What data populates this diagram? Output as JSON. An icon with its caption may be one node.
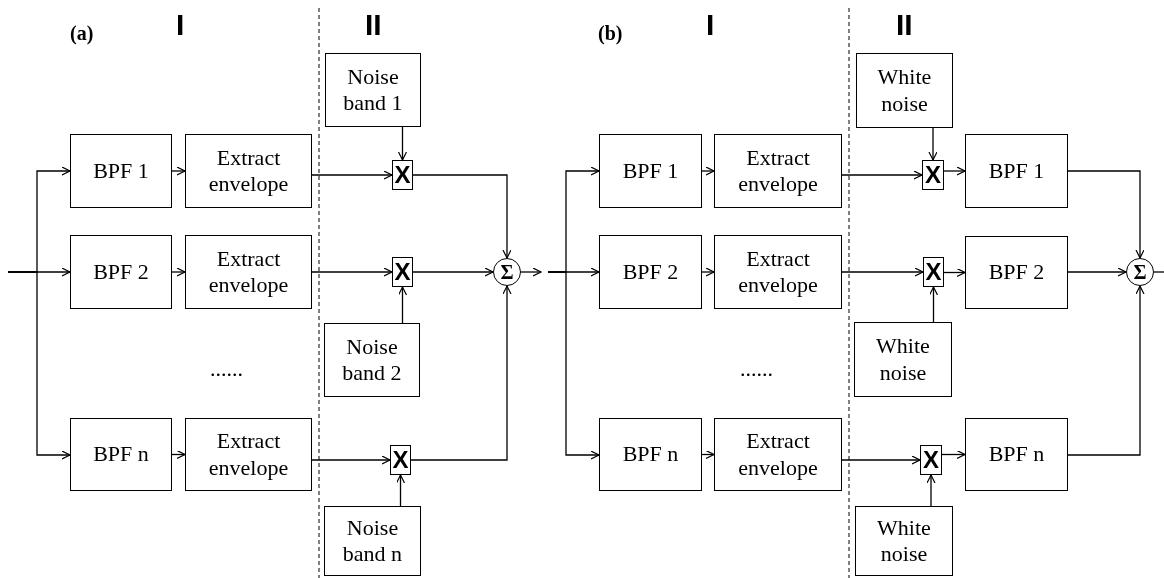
{
  "diagram": {
    "nodes": [
      {
        "text": [
          "BPF 1"
        ]
      },
      {
        "text": [
          "Extract envelope"
        ]
      },
      {
        "text": [
          "Noise band 1"
        ]
      },
      {
        "text": [
          "X"
        ]
      },
      {
        "text": [
          "BPF 2"
        ]
      },
      {
        "text": [
          "Extract envelope"
        ]
      },
      {
        "text": [
          "X"
        ]
      },
      {
        "text": [
          "Σ"
        ]
      },
      {
        "text": [
          "Noise band 2"
        ]
      },
      {
        "text": [
          "BPF n"
        ]
      },
      {
        "text": [
          "Extract envelope"
        ]
      },
      {
        "text": [
          "X"
        ]
      },
      {
        "text": [
          "Noise band n"
        ]
      },
      {
        "text": [
          "BPF 1"
        ]
      },
      {
        "text": [
          "Extract envelope"
        ]
      },
      {
        "text": [
          "White noise"
        ]
      },
      {
        "text": [
          "X"
        ]
      },
      {
        "text": [
          "BPF 1"
        ]
      },
      {
        "text": [
          "BPF 2"
        ]
      },
      {
        "text": [
          "Extract envelope"
        ]
      },
      {
        "text": [
          "X"
        ]
      },
      {
        "text": [
          "BPF 2"
        ]
      },
      {
        "text": [
          "Σ"
        ]
      },
      {
        "text": [
          "White noise"
        ]
      },
      {
        "text": [
          "BPF n"
        ]
      },
      {
        "text": [
          "Extract envelope"
        ]
      },
      {
        "text": [
          "X"
        ]
      },
      {
        "text": [
          "BPF n"
        ]
      },
      {
        "text": [
          "White noise"
        ]
      }
    ],
    "edges": [
      {
        "from": null,
        "to": 0,
        "arrow": "to"
      },
      {
        "from": null,
        "to": 4,
        "arrow": "to"
      },
      {
        "from": null,
        "to": 9,
        "arrow": "to"
      },
      {
        "from": 0,
        "to": 1,
        "arrow": "to"
      },
      {
        "from": 4,
        "to": 5,
        "arrow": "to"
      },
      {
        "from": 9,
        "to": 10,
        "arrow": "to"
      },
      {
        "from": 1,
        "to": 3,
        "arrow": "to"
      },
      {
        "from": 5,
        "to": 6,
        "arrow": "to"
      },
      {
        "from": 10,
        "to": 11,
        "arrow": "to"
      },
      {
        "from": 2,
        "to": 3,
        "arrow": "to"
      },
      {
        "from": 8,
        "to": 6,
        "arrow": "to"
      },
      {
        "from": 12,
        "to": 11,
        "arrow": "to"
      },
      {
        "from": 3,
        "to": 7,
        "arrow": "to"
      },
      {
        "from": 6,
        "to": 7,
        "arrow": "to"
      },
      {
        "from": 11,
        "to": 7,
        "arrow": "to"
      },
      {
        "from": 7,
        "to": null,
        "arrow": "to"
      },
      {
        "from": null,
        "to": 13,
        "arrow": "to"
      },
      {
        "from": null,
        "to": 18,
        "arrow": "to"
      },
      {
        "from": null,
        "to": 24,
        "arrow": "to"
      },
      {
        "from": 13,
        "to": 14,
        "arrow": "to"
      },
      {
        "from": 18,
        "to": 19,
        "arrow": "to"
      },
      {
        "from": 24,
        "to": 25,
        "arrow": "to"
      },
      {
        "from": 14,
        "to": 16,
        "arrow": "to"
      },
      {
        "from": 19,
        "to": 20,
        "arrow": "to"
      },
      {
        "from": 25,
        "to": 26,
        "arrow": "to"
      },
      {
        "from": 15,
        "to": 16,
        "arrow": "to"
      },
      {
        "from": 23,
        "to": 20,
        "arrow": "to"
      },
      {
        "from": 28,
        "to": 26,
        "arrow": "to"
      },
      {
        "from": 16,
        "to": 17,
        "arrow": "to"
      },
      {
        "from": 20,
        "to": 21,
        "arrow": "to"
      },
      {
        "from": 26,
        "to": 27,
        "arrow": "to"
      },
      {
        "from": 17,
        "to": 22,
        "arrow": "to"
      },
      {
        "from": 21,
        "to": 22,
        "arrow": "to"
      },
      {
        "from": 27,
        "to": 22,
        "arrow": "to"
      },
      {
        "from": 22,
        "to": null,
        "arrow": "none"
      }
    ],
    "labels": [
      "(a)",
      "I",
      "II",
      "......",
      "(b)",
      "I",
      "II",
      "......"
    ]
  }
}
